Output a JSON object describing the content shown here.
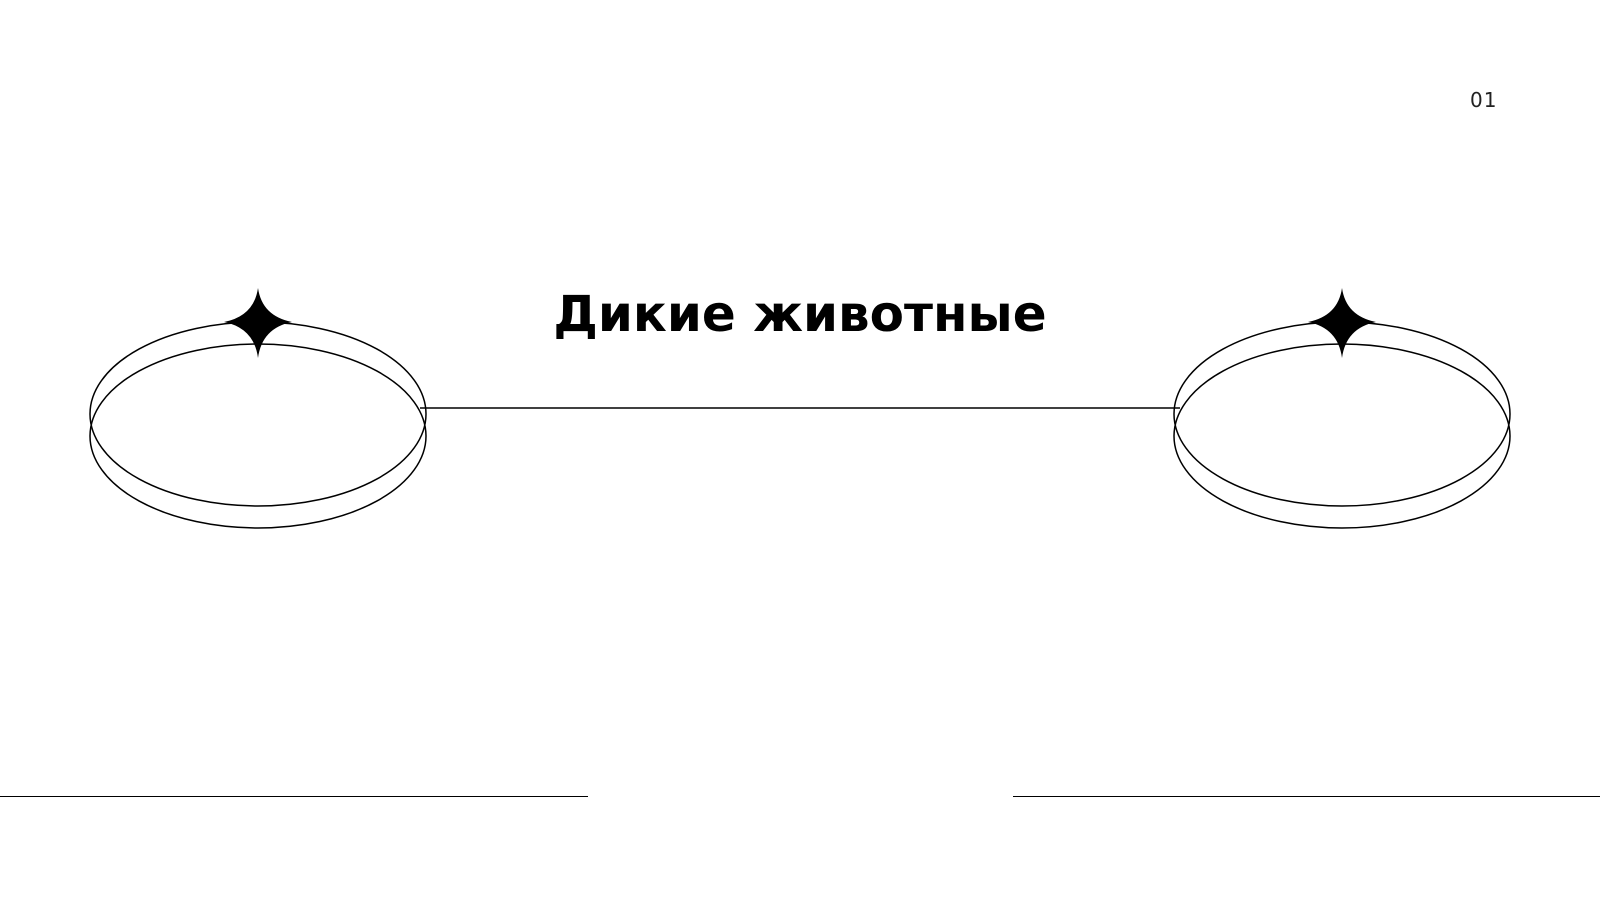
{
  "slide": {
    "title": "Дикие животные",
    "page_number": "01"
  },
  "decor": {
    "left_ring": "ring-with-sparkle",
    "right_ring": "ring-with-sparkle",
    "sparkle_icon": "four-point-star-icon"
  },
  "colors": {
    "background": "#ffffff",
    "ink": "#000000"
  }
}
